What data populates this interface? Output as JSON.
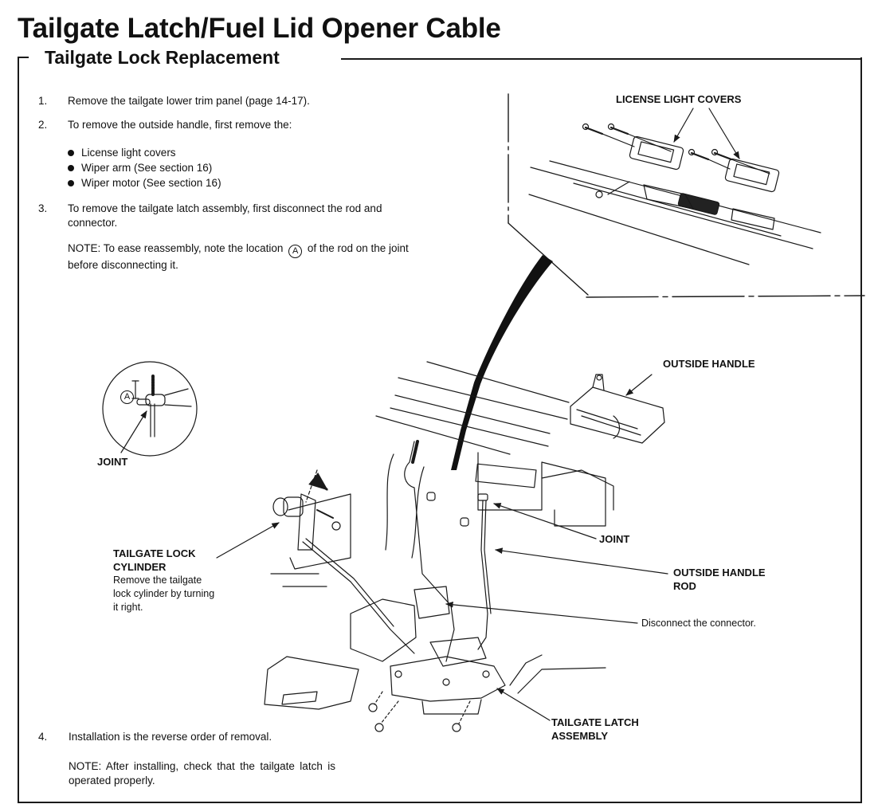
{
  "header": {
    "title": "Tailgate Latch/Fuel Lid Opener Cable",
    "section": "Tailgate Lock Replacement"
  },
  "steps": [
    {
      "num": "1.",
      "text": "Remove the tailgate lower trim panel (page 14-17)."
    },
    {
      "num": "2.",
      "text": "To remove the outside handle, first remove the:",
      "bullets": [
        "License light covers",
        "Wiper arm (See section 16)",
        "Wiper motor (See section 16)"
      ]
    },
    {
      "num": "3.",
      "text": "To remove the tailgate latch assembly, first disconnect the rod and connector.",
      "note_before": "NOTE: To ease reassembly, note the location",
      "note_marker": "A",
      "note_after": "of the rod on the joint before disconnecting it."
    },
    {
      "num": "4.",
      "text": "Installation is the reverse order of removal.",
      "note": "NOTE: After installing, check that the tailgate latch is operated properly."
    }
  ],
  "diagram_labels": {
    "license_light_covers": "LICENSE LIGHT COVERS",
    "outside_handle": "OUTSIDE HANDLE",
    "joint_detail": "JOINT",
    "joint_detail_marker": "A",
    "joint_main": "JOINT",
    "tailgate_lock_cylinder_line1": "TAILGATE LOCK",
    "tailgate_lock_cylinder_line2": "CYLINDER",
    "lock_cylinder_caption": [
      "Remove the tailgate",
      "lock cylinder by turning",
      "it right."
    ],
    "outside_handle_rod_line1": "OUTSIDE HANDLE",
    "outside_handle_rod_line2": "ROD",
    "disconnect_connector": "Disconnect the connector.",
    "tailgate_latch_assembly_line1": "TAILGATE LATCH",
    "tailgate_latch_assembly_line2": "ASSEMBLY"
  }
}
